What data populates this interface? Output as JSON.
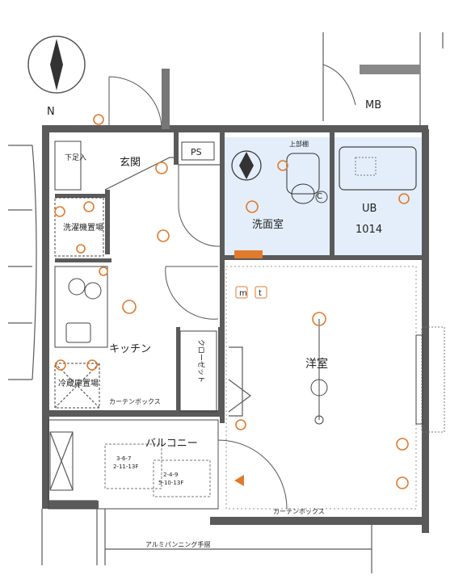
{
  "compass": {
    "north_label": "N"
  },
  "rooms": {
    "entrance": "玄関",
    "ps": "PS",
    "mb": "MB",
    "shoe_box": "下足入",
    "washer_space": "洗濯機置場",
    "washroom": "洗面室",
    "unit_bath_code": "UB",
    "unit_bath_size": "1014",
    "kitchen": "キッチン",
    "closet": "クローゼット",
    "western_room": "洋室",
    "fridge_space": "冷蔵庫置場",
    "balcony": "バルコニー",
    "curtain_box_1": "カーテンボックス",
    "curtain_box_2": "カーテンボックス",
    "aluminum_panning": "アルミパンニング手摺",
    "upper_cabinet": "上部棚",
    "dim_1a": "3-6-7",
    "dim_1b": "2-11-13F",
    "dim_2a": "2-4-9",
    "dim_2b": "5-10-13F"
  },
  "symbols": {
    "mt_m": "m",
    "mt_t": "t",
    "c_mark": "C"
  },
  "colors": {
    "wall": "#5a5a5a",
    "washroom_tint": "#e3eefa",
    "orange": "#e07a2c"
  }
}
